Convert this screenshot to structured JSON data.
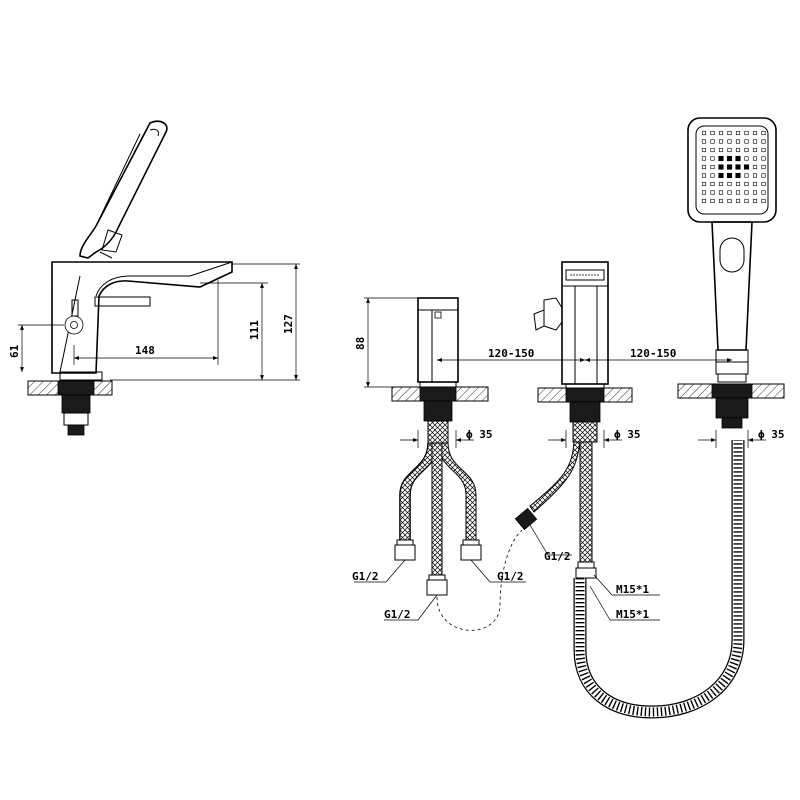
{
  "dimensions": {
    "side_height_61": "61",
    "side_spout_reach": "148",
    "side_height_111": "111",
    "side_height_127": "127",
    "body_height": "88",
    "spacing_left": "120-150",
    "spacing_right": "120-150",
    "hole_dia_1": "ϕ 35",
    "hole_dia_2": "ϕ 35",
    "hole_dia_3": "ϕ 35"
  },
  "connectors": {
    "hose_left": "G1/2",
    "hose_right": "G1/2",
    "hose_center": "G1/2",
    "diverter_outlet": "G1/2",
    "nut_upper": "M15*1",
    "nut_lower": "M15*1"
  }
}
